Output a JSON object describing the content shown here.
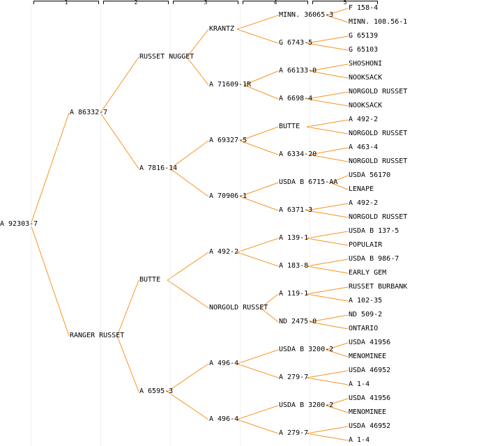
{
  "generations": [
    "1",
    "2",
    "3",
    "4",
    "5"
  ],
  "colors": {
    "edge": "#f7931e",
    "text": "#000000",
    "separator": "#f0f0f0"
  },
  "pedigree": {
    "name": "A 92303-7",
    "parents": [
      {
        "name": "A 86332-7",
        "parents": [
          {
            "name": "RUSSET NUGGET",
            "parents": [
              {
                "name": "KRANTZ",
                "parents": [
                  {
                    "name": "MINN. 36065-3",
                    "parents": [
                      {
                        "name": "F 158-4"
                      },
                      {
                        "name": "MINN. 108.56-1"
                      }
                    ]
                  },
                  {
                    "name": "G 6743-5",
                    "parents": [
                      {
                        "name": "G 65139"
                      },
                      {
                        "name": "G 65103"
                      }
                    ]
                  }
                ]
              },
              {
                "name": "A 71609-1R",
                "parents": [
                  {
                    "name": "A 66133-0",
                    "parents": [
                      {
                        "name": "SHOSHONI"
                      },
                      {
                        "name": "NOOKSACK"
                      }
                    ]
                  },
                  {
                    "name": "A 6698-4",
                    "parents": [
                      {
                        "name": "NORGOLD RUSSET"
                      },
                      {
                        "name": "NOOKSACK"
                      }
                    ]
                  }
                ]
              }
            ]
          },
          {
            "name": "A 7816-14",
            "parents": [
              {
                "name": "A 69327-5",
                "parents": [
                  {
                    "name": "BUTTE",
                    "parents": [
                      {
                        "name": "A 492-2"
                      },
                      {
                        "name": "NORGOLD RUSSET"
                      }
                    ]
                  },
                  {
                    "name": "A 6334-20",
                    "parents": [
                      {
                        "name": "A 463-4"
                      },
                      {
                        "name": "NORGOLD RUSSET"
                      }
                    ]
                  }
                ]
              },
              {
                "name": "A 70906-1",
                "parents": [
                  {
                    "name": "USDA B 6715-AA",
                    "parents": [
                      {
                        "name": "USDA 56170"
                      },
                      {
                        "name": "LENAPE"
                      }
                    ]
                  },
                  {
                    "name": "A 6371-3",
                    "parents": [
                      {
                        "name": "A 492-2"
                      },
                      {
                        "name": "NORGOLD RUSSET"
                      }
                    ]
                  }
                ]
              }
            ]
          }
        ]
      },
      {
        "name": "RANGER RUSSET",
        "parents": [
          {
            "name": "BUTTE",
            "parents": [
              {
                "name": "A 492-2",
                "parents": [
                  {
                    "name": "A 139-1",
                    "parents": [
                      {
                        "name": "USDA B 137-5"
                      },
                      {
                        "name": "POPULAIR"
                      }
                    ]
                  },
                  {
                    "name": "A 183-8",
                    "parents": [
                      {
                        "name": "USDA B 986-7"
                      },
                      {
                        "name": "EARLY GEM"
                      }
                    ]
                  }
                ]
              },
              {
                "name": "NORGOLD RUSSET",
                "parents": [
                  {
                    "name": "A 119-1",
                    "parents": [
                      {
                        "name": "RUSSET BURBANK"
                      },
                      {
                        "name": "A 102-35"
                      }
                    ]
                  },
                  {
                    "name": "ND 2475-0",
                    "parents": [
                      {
                        "name": "ND 509-2"
                      },
                      {
                        "name": "ONTARIO"
                      }
                    ]
                  }
                ]
              }
            ]
          },
          {
            "name": "A 6595-3",
            "parents": [
              {
                "name": "A 496-4",
                "parents": [
                  {
                    "name": "USDA B 3200-2",
                    "parents": [
                      {
                        "name": "USDA 41956"
                      },
                      {
                        "name": "MENOMINEE"
                      }
                    ]
                  },
                  {
                    "name": "A 279-7",
                    "parents": [
                      {
                        "name": "USDA 46952"
                      },
                      {
                        "name": "A 1-4"
                      }
                    ]
                  }
                ]
              },
              {
                "name": "A 496-4",
                "parents": [
                  {
                    "name": "USDA B 3200-2",
                    "parents": [
                      {
                        "name": "USDA 41956"
                      },
                      {
                        "name": "MENOMINEE"
                      }
                    ]
                  },
                  {
                    "name": "A 279-7",
                    "parents": [
                      {
                        "name": "USDA 46952"
                      },
                      {
                        "name": "A 1-4"
                      }
                    ]
                  }
                ]
              }
            ]
          }
        ]
      }
    ]
  }
}
